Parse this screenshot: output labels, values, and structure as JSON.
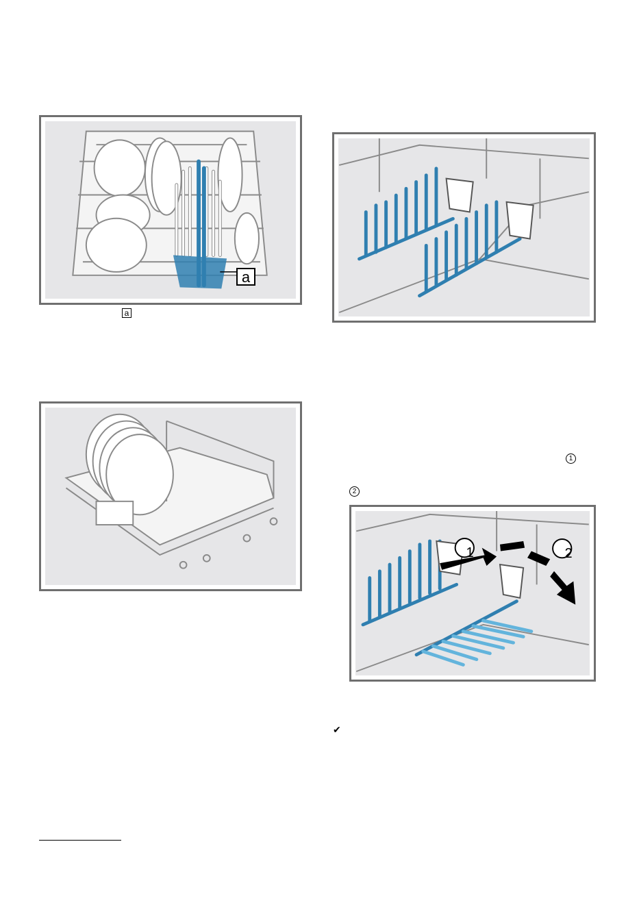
{
  "labels": {
    "caption_ref_a": "a",
    "callout_a": "a",
    "step_ref_1": "1",
    "step_ref_2": "2",
    "arrow_label_1": "1",
    "arrow_label_2": "2",
    "check_mark": "✔"
  },
  "colors": {
    "frame": "#6f6f6f",
    "panel": "#e6e6e8",
    "wire": "#ffffff",
    "wire_outline": "#8a8a8a",
    "highlight_blue": "#2f7fb0",
    "light_blue": "#63b4dc",
    "arrow_black": "#000000"
  },
  "icons": {
    "check": "check-mark-icon"
  }
}
